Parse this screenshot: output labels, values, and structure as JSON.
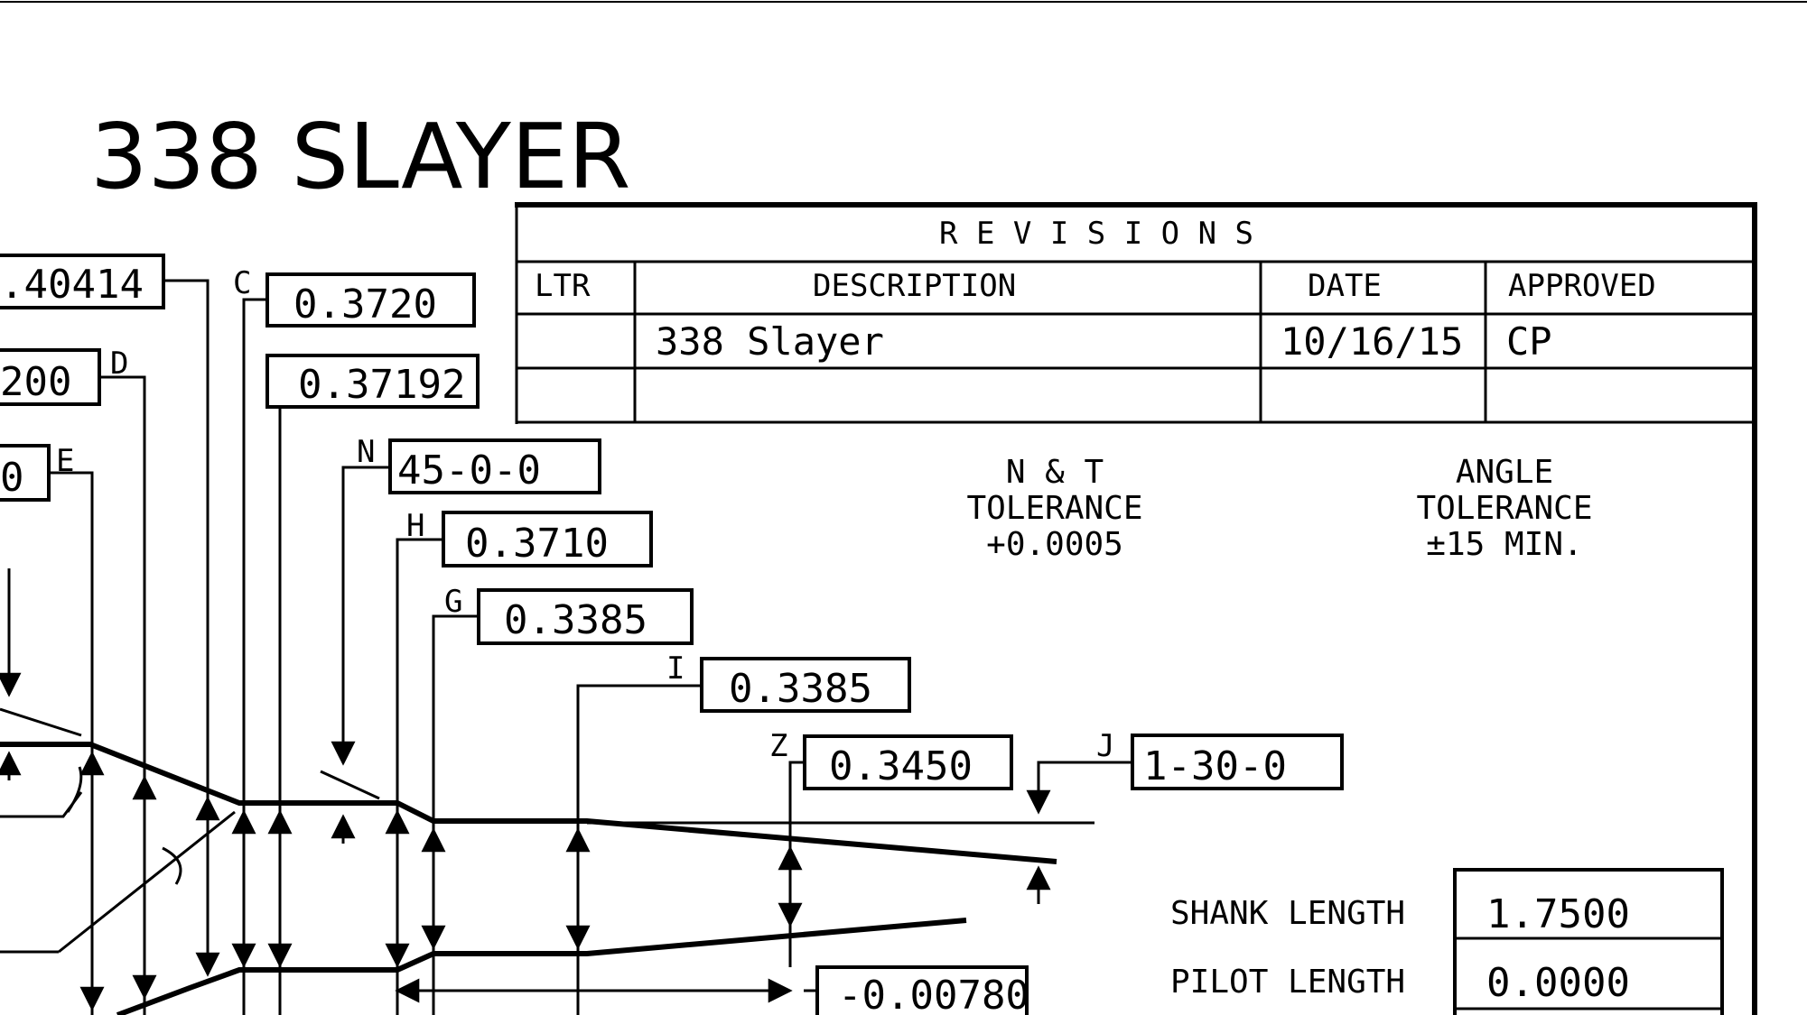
{
  "title": "338 SLAYER",
  "revisions": {
    "heading": "R E V I S I O N S",
    "columns": [
      "LTR",
      "DESCRIPTION",
      "DATE",
      "APPROVED"
    ],
    "rows": [
      {
        "ltr": "",
        "description": "338 Slayer",
        "date": "10/16/15",
        "approved": "CP"
      },
      {
        "ltr": "",
        "description": "",
        "date": "",
        "approved": ""
      }
    ]
  },
  "tolerances": {
    "nt": {
      "line1": "N & T",
      "line2": "TOLERANCE",
      "line3": "+0.0005"
    },
    "angle": {
      "line1": "ANGLE",
      "line2": "TOLERANCE",
      "line3": "±15 MIN."
    }
  },
  "dimensions": {
    "top_partial": ".40414",
    "c": {
      "label": "C",
      "value": "0.3720"
    },
    "c2": {
      "value": "0.37192"
    },
    "d": {
      "label": "D",
      "value": "200"
    },
    "e": {
      "label": "E",
      "value": "0"
    },
    "n": {
      "label": "N",
      "value": "45-0-0"
    },
    "h": {
      "label": "H",
      "value": "0.3710"
    },
    "g": {
      "label": "G",
      "value": "0.3385"
    },
    "i": {
      "label": "I",
      "value": "0.3385"
    },
    "z": {
      "label": "Z",
      "value": "0.3450"
    },
    "j": {
      "label": "J",
      "value": "1-30-0"
    },
    "bottom": {
      "value": "-0.00780"
    }
  },
  "lengths": {
    "shank": {
      "label": "SHANK LENGTH",
      "value": "1.7500"
    },
    "pilot": {
      "label": "PILOT LENGTH",
      "value": "0.0000"
    }
  }
}
